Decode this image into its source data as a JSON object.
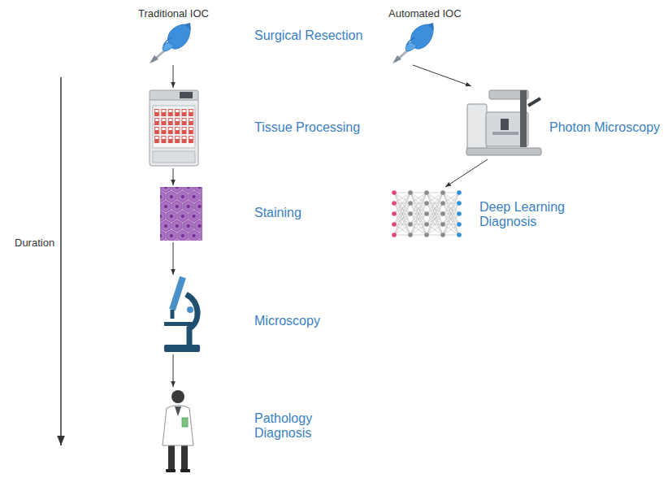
{
  "diagram": {
    "nodes": [
      {
        "text": [
          "Surgical Resection"
        ]
      },
      {
        "text": [
          "Tissue Processing"
        ]
      },
      {
        "text": [
          "Staining"
        ]
      },
      {
        "text": [
          "Microscopy"
        ]
      },
      {
        "text": [
          "Pathology Diagnosis"
        ]
      },
      {
        "text": []
      },
      {
        "text": [
          "Photon Microscopy"
        ]
      },
      {
        "text": [
          "Deep Learning Diagnosis"
        ]
      }
    ],
    "edges": [
      {
        "from": 0,
        "to": 1,
        "arrow": "to"
      },
      {
        "from": 1,
        "to": 2,
        "arrow": "to"
      },
      {
        "from": 2,
        "to": 3,
        "arrow": "to"
      },
      {
        "from": 3,
        "to": 4,
        "arrow": "to"
      },
      {
        "from": 5,
        "to": 6,
        "arrow": "to"
      },
      {
        "from": 6,
        "to": 7,
        "arrow": "to"
      }
    ],
    "labels": [
      "Traditional IOC",
      "Automated IOC",
      "Duration"
    ]
  }
}
